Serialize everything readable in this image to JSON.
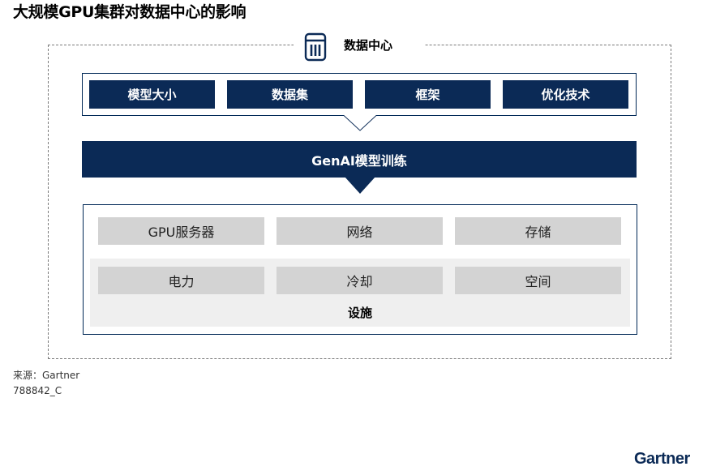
{
  "title": "大规模GPU集群对数据中心的影响",
  "data_center": {
    "label": "数据中心",
    "icon": "database-icon"
  },
  "inputs": [
    "模型大小",
    "数据集",
    "框架",
    "优化技术"
  ],
  "training": {
    "label": "GenAI模型训练"
  },
  "infrastructure": {
    "top_row": [
      "GPU服务器",
      "网络",
      "存储"
    ],
    "facility": {
      "items": [
        "电力",
        "冷却",
        "空间"
      ],
      "label": "设施"
    }
  },
  "footer": {
    "source": "来源：Gartner",
    "doc_id": "788842_C",
    "logo": "Gartner"
  },
  "colors": {
    "navy": "#0b2a56",
    "chip_gray": "#d3d3d3",
    "facility_band": "#efefef"
  }
}
